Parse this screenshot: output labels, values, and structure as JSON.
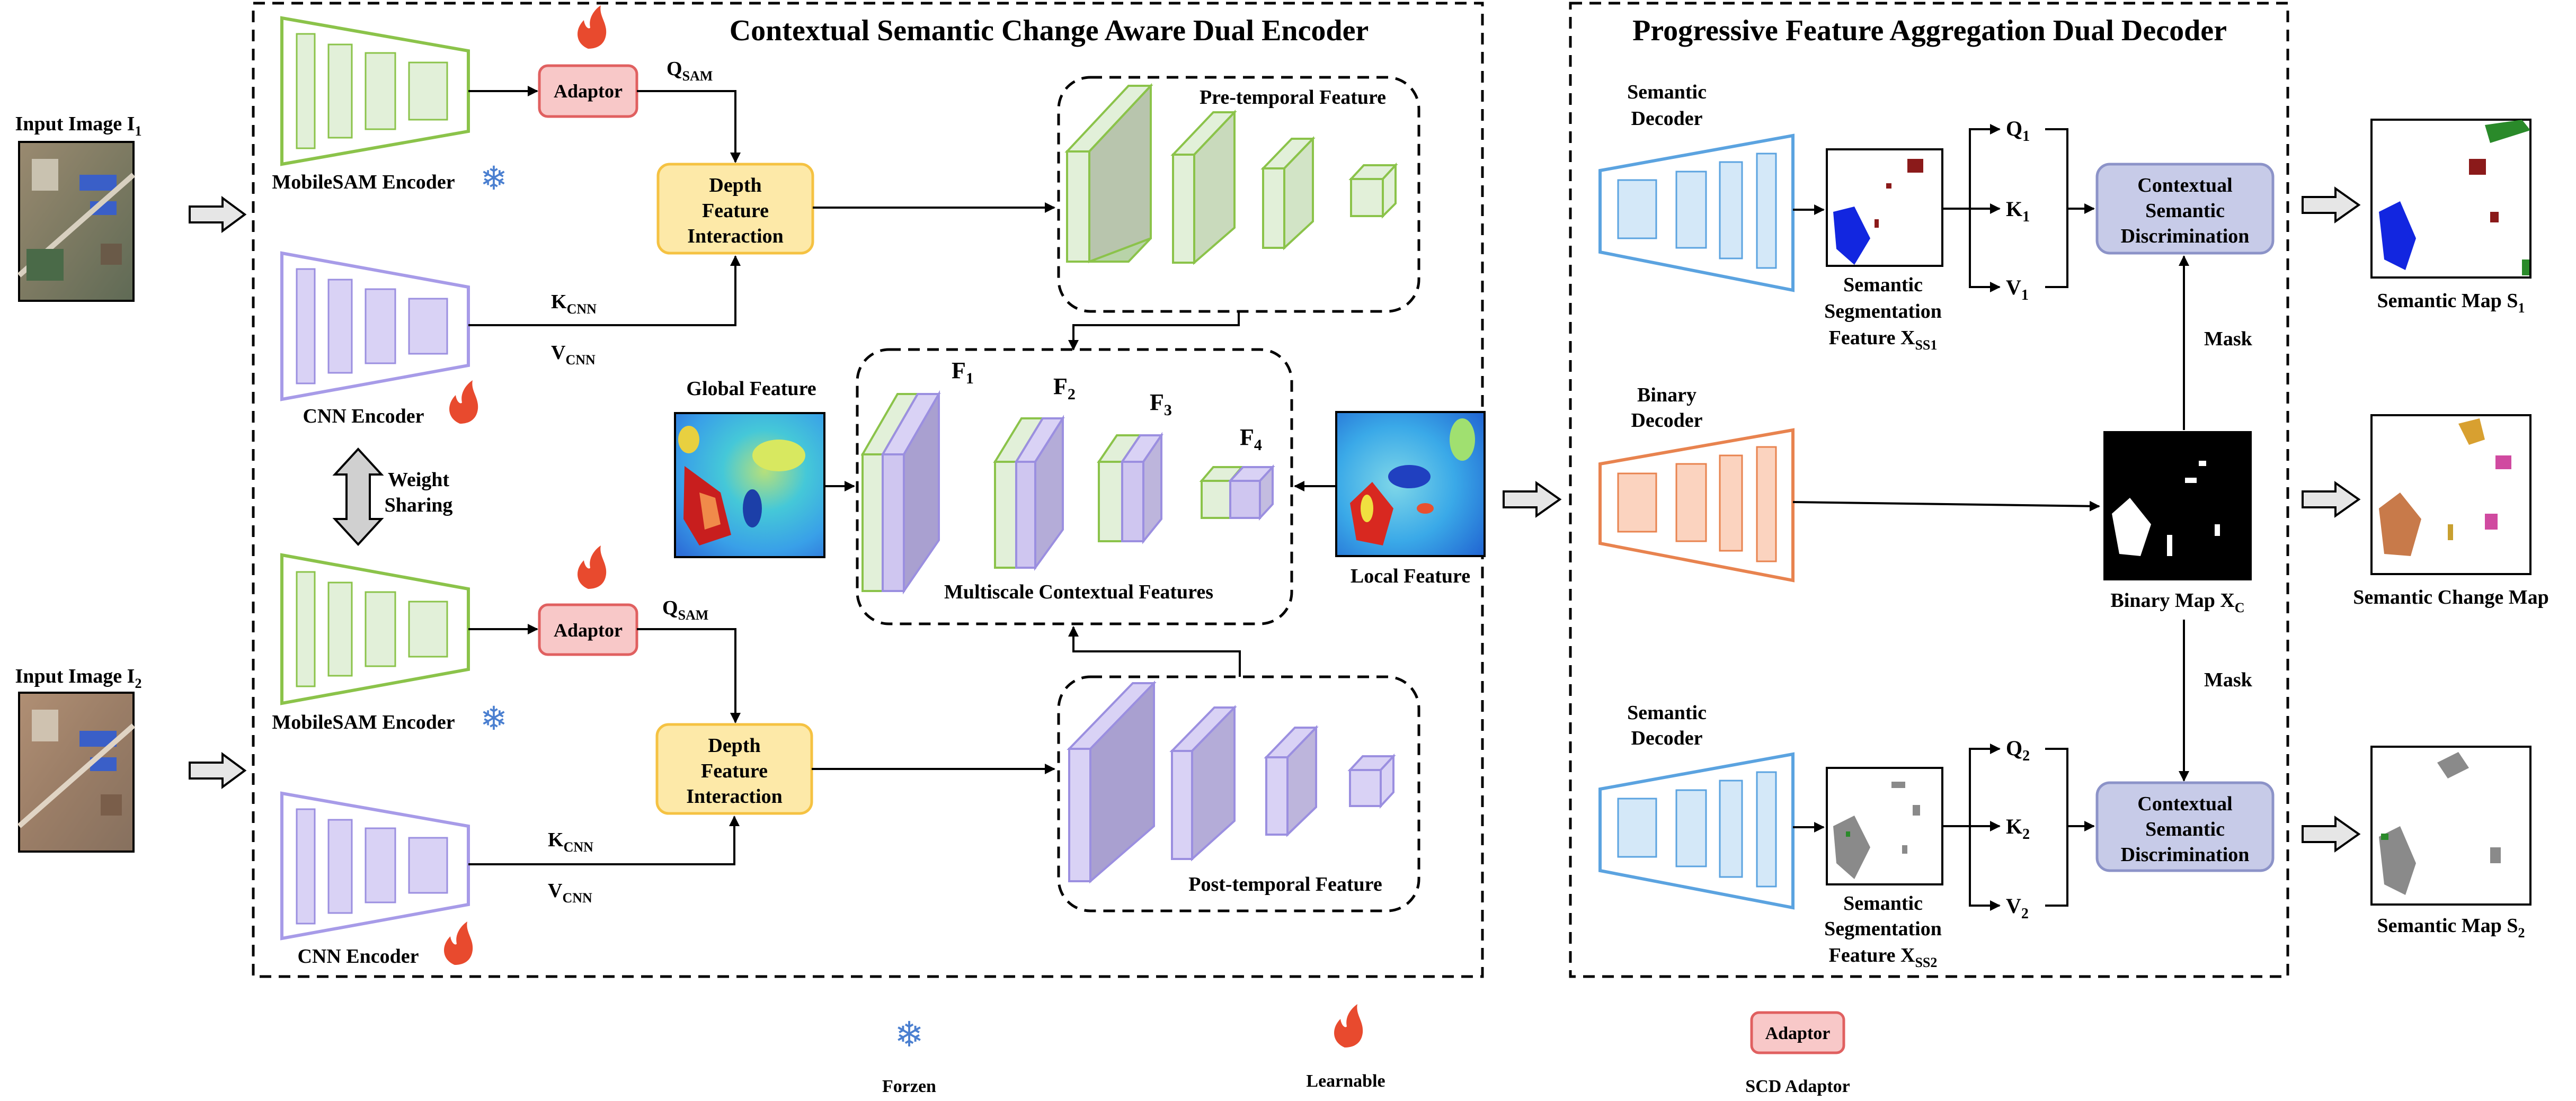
{
  "encoder": {
    "title": "Contextual Semantic Change Aware Dual Encoder",
    "input1_label": "Input Image I",
    "input1_sub": "1",
    "input2_label": "Input Image I",
    "input2_sub": "2",
    "mobilesam_label": "MobileSAM Encoder",
    "cnn_label": "CNN Encoder",
    "adaptor_label": "Adaptor",
    "q_sam": "Q",
    "q_sam_sub": "SAM",
    "k_cnn": "K",
    "k_cnn_sub": "CNN",
    "v_cnn": "V",
    "v_cnn_sub": "CNN",
    "depth_line1": "Depth",
    "depth_line2": "Feature",
    "depth_line3": "Interaction",
    "weight_line1": "Weight",
    "weight_line2": "Sharing",
    "pre_temporal": "Pre-temporal Feature",
    "post_temporal": "Post-temporal Feature",
    "global_feature": "Global Feature",
    "local_feature": "Local Feature",
    "multiscale": "Multiscale Contextual Features",
    "f_label": "F",
    "f_subs": [
      "1",
      "2",
      "3",
      "4"
    ]
  },
  "decoder": {
    "title": "Progressive Feature Aggregation Dual Decoder",
    "semantic_decoder_line1": "Semantic",
    "semantic_decoder_line2": "Decoder",
    "binary_decoder_line1": "Binary",
    "binary_decoder_line2": "Decoder",
    "seg_line1": "Semantic",
    "seg_line2": "Segmentation",
    "seg_line3": "Feature X",
    "seg_sub1": "SS1",
    "seg_sub2": "SS2",
    "q": "Q",
    "k": "K",
    "v": "V",
    "csd_line1": "Contextual",
    "csd_line2": "Semantic",
    "csd_line3": "Discrimination",
    "mask": "Mask",
    "binary_map": "Binary Map X",
    "binary_map_sub": "C"
  },
  "outputs": {
    "semantic_map": "Semantic Map S",
    "sub1": "1",
    "sub2": "2",
    "change_map": "Semantic Change Map"
  },
  "legend": {
    "frozen": "Forzen",
    "learnable": "Learnable",
    "scd_adaptor": "SCD Adaptor",
    "adaptor_label": "Adaptor"
  },
  "colors": {
    "green_fill": "#e2f0d9",
    "green_stroke": "#8bc34a",
    "purple_fill": "#d9d2f5",
    "purple_stroke": "#9b8fe0",
    "blue_fill": "#d4e8f8",
    "blue_stroke": "#5ba3e0",
    "orange_fill": "#fbd3bf",
    "orange_stroke": "#e8834f",
    "adaptor_fill": "#f8c8c8",
    "adaptor_stroke": "#e06060",
    "depth_fill": "#fde9a8",
    "depth_stroke": "#f5c242",
    "csd_fill": "#c7cbe8",
    "csd_stroke": "#8c93c8"
  }
}
